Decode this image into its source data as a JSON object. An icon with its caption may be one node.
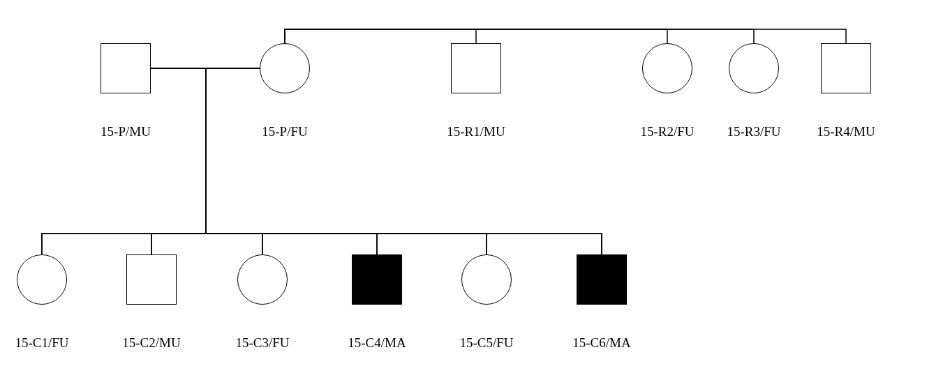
{
  "diagram": {
    "nodes": [
      {
        "text": [],
        "shape": "box",
        "beside": [
          "15-P/MU"
        ]
      },
      {
        "text": [],
        "shape": "circle",
        "beside": [
          "15-P/FU"
        ]
      },
      {
        "text": [],
        "shape": "box",
        "beside": [
          "15-R1/MU"
        ]
      },
      {
        "text": [],
        "shape": "circle",
        "beside": [
          "15-R2/FU"
        ]
      },
      {
        "text": [],
        "shape": "circle",
        "beside": [
          "15-R3/FU"
        ]
      },
      {
        "text": [],
        "shape": "box",
        "beside": [
          "15-R4/MU"
        ]
      },
      {
        "text": [],
        "shape": "circle",
        "beside": [
          "15-C1/FU"
        ]
      },
      {
        "text": [],
        "shape": "box",
        "beside": [
          "15-C2/MU"
        ]
      },
      {
        "text": [],
        "shape": "circle",
        "beside": [
          "15-C3/FU"
        ]
      },
      {
        "text": [],
        "shape": "box",
        "beside": [
          "15-C4/MA"
        ]
      },
      {
        "text": [],
        "shape": "circle",
        "beside": [
          "15-C5/FU"
        ]
      },
      {
        "text": [],
        "shape": "box",
        "beside": [
          "15-C6/MA"
        ]
      }
    ],
    "edges": [
      {
        "from": 0,
        "to": 1,
        "arrow": "none"
      },
      {
        "from": 1,
        "to": 2,
        "arrow": "none"
      },
      {
        "from": 1,
        "to": 3,
        "arrow": "none"
      },
      {
        "from": 1,
        "to": 4,
        "arrow": "none"
      },
      {
        "from": 1,
        "to": 5,
        "arrow": "none"
      },
      {
        "from": 0,
        "to": 6,
        "arrow": "none"
      },
      {
        "from": 0,
        "to": 7,
        "arrow": "none"
      },
      {
        "from": 0,
        "to": 8,
        "arrow": "none"
      },
      {
        "from": 0,
        "to": 9,
        "arrow": "none"
      },
      {
        "from": 0,
        "to": 10,
        "arrow": "none"
      },
      {
        "from": 0,
        "to": 11,
        "arrow": "none"
      },
      {
        "from": 1,
        "to": 6,
        "arrow": "none"
      },
      {
        "from": 1,
        "to": 7,
        "arrow": "none"
      },
      {
        "from": 1,
        "to": 8,
        "arrow": "none"
      },
      {
        "from": 1,
        "to": 9,
        "arrow": "none"
      },
      {
        "from": 1,
        "to": 10,
        "arrow": "none"
      },
      {
        "from": 1,
        "to": 11,
        "arrow": "none"
      }
    ]
  }
}
